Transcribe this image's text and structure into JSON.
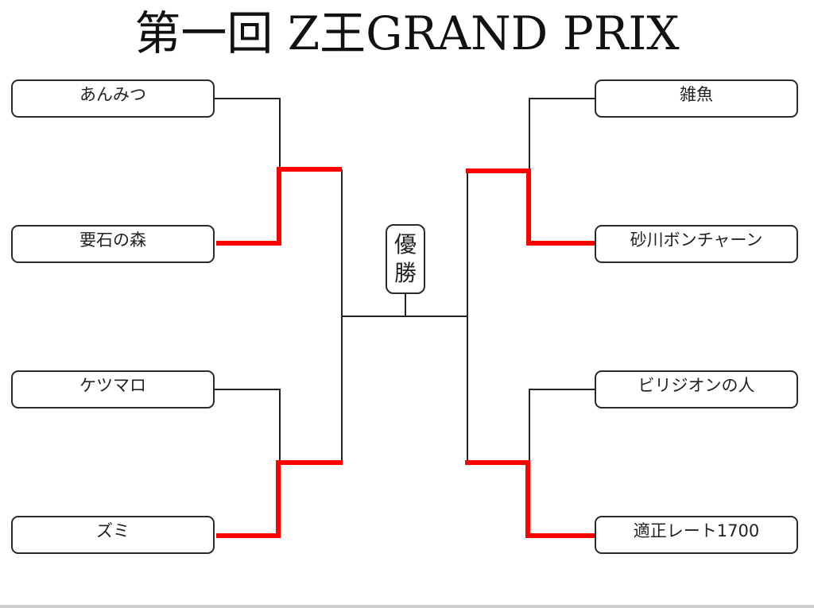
{
  "title": "第一回 Z王GRAND PRIX",
  "champion_label": [
    "優",
    "勝"
  ],
  "left_players": [
    "あんみつ",
    "要石の森",
    "ケツマロ",
    "ズミ"
  ],
  "right_players": [
    "雑魚",
    "砂川ボンチャーン",
    "ビリジオンの人",
    "適正レート1700"
  ],
  "colors": {
    "line": "#222222",
    "winner_line": "#ff0000"
  }
}
